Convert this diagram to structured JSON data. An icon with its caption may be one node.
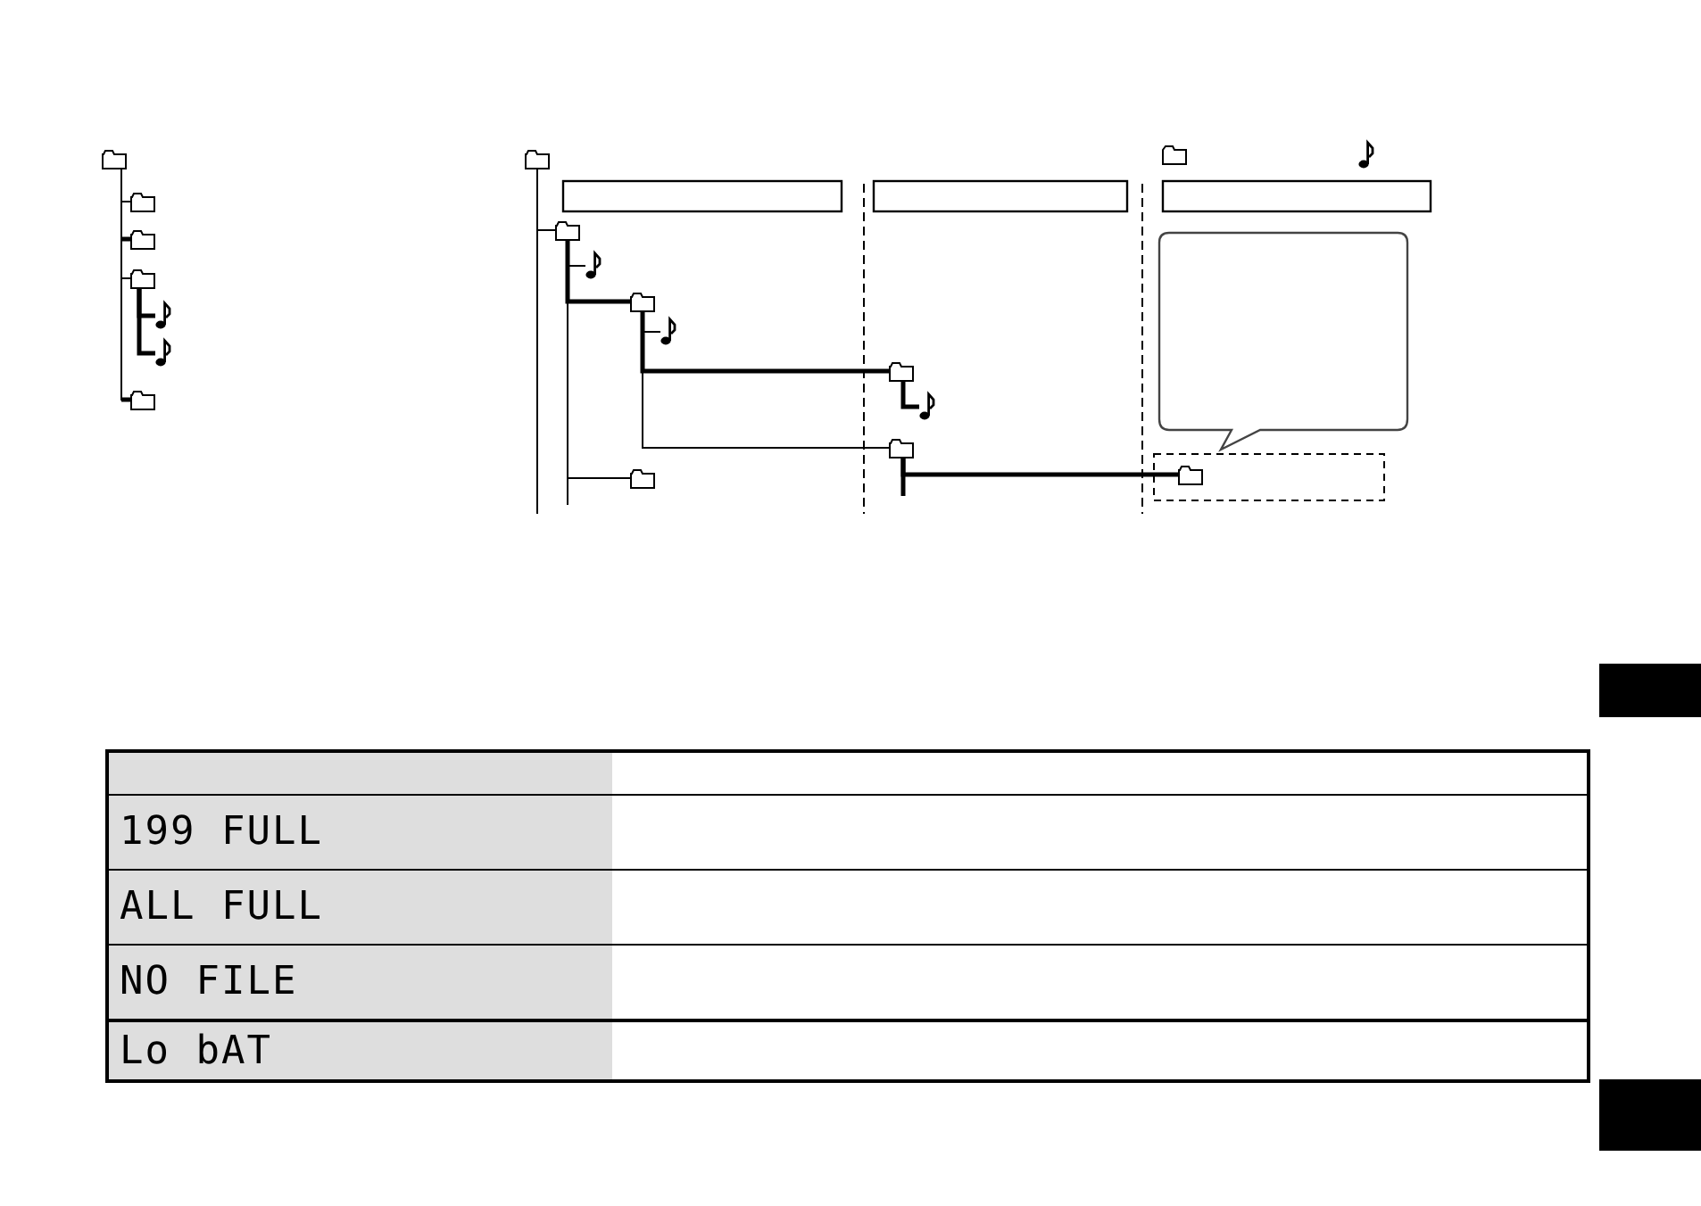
{
  "diagram": {
    "nodes": [
      {
        "text": [],
        "shape": "folder"
      },
      {
        "text": [],
        "shape": "folder"
      },
      {
        "text": [],
        "shape": "folder"
      },
      {
        "text": [],
        "shape": "folder"
      },
      {
        "text": [],
        "shape": "note"
      },
      {
        "text": [],
        "shape": "note"
      },
      {
        "text": [],
        "shape": "folder"
      },
      {
        "text": [],
        "shape": "folder"
      },
      {
        "text": [],
        "shape": "box"
      },
      {
        "text": [],
        "shape": "box"
      },
      {
        "text": [],
        "shape": "box"
      },
      {
        "text": [],
        "shape": "folder"
      },
      {
        "text": [],
        "shape": "note"
      },
      {
        "text": [],
        "shape": "callout"
      },
      {
        "text": [],
        "shape": "folder"
      },
      {
        "text": [],
        "shape": "note"
      },
      {
        "text": [],
        "shape": "folder"
      },
      {
        "text": [],
        "shape": "note"
      },
      {
        "text": [],
        "shape": "folder"
      },
      {
        "text": [],
        "shape": "box"
      },
      {
        "text": [],
        "shape": "folder",
        "in": 19
      },
      {
        "text": [],
        "shape": "folder"
      }
    ],
    "edges": [
      {
        "from": 0,
        "to": 1,
        "arrow": "none"
      },
      {
        "from": 0,
        "to": 2,
        "arrow": "none"
      },
      {
        "from": 0,
        "to": 3,
        "arrow": "none"
      },
      {
        "from": 0,
        "to": 6,
        "arrow": "none"
      },
      {
        "from": 3,
        "to": 4,
        "arrow": "none",
        "style": "thick"
      },
      {
        "from": 3,
        "to": 5,
        "arrow": "none",
        "style": "thick"
      },
      {
        "from": 7,
        "to": 11,
        "arrow": "none"
      },
      {
        "from": 11,
        "to": 12,
        "arrow": "none"
      },
      {
        "from": 11,
        "to": 14,
        "arrow": "none",
        "style": "thick"
      },
      {
        "from": 11,
        "to": 21,
        "arrow": "none"
      },
      {
        "from": 14,
        "to": 15,
        "arrow": "none"
      },
      {
        "from": 14,
        "to": 16,
        "arrow": "none",
        "style": "thick"
      },
      {
        "from": 14,
        "to": 18,
        "arrow": "none"
      },
      {
        "from": 16,
        "to": 17,
        "arrow": "none",
        "style": "thick"
      },
      {
        "from": 18,
        "to": 20,
        "arrow": "none",
        "style": "thick"
      }
    ],
    "labels": [
      "199 FULL",
      "ALL FULL",
      "NO FILE",
      "Lo bAT"
    ]
  }
}
